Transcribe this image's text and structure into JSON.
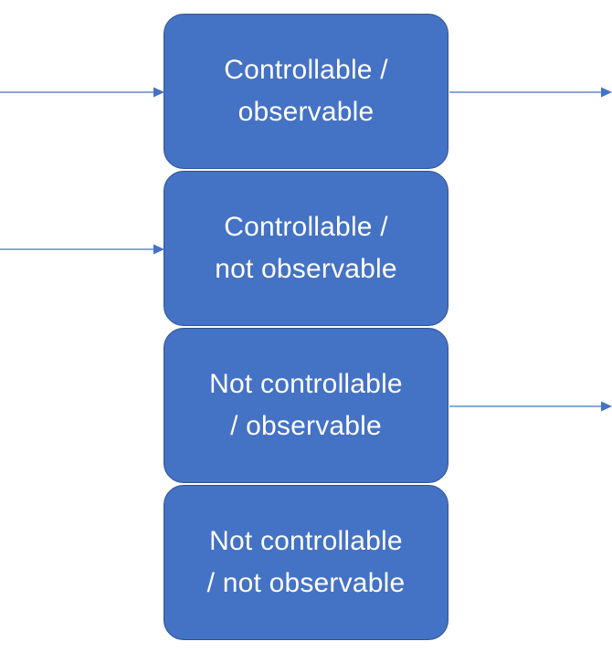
{
  "boxes": [
    {
      "label": "Controllable /\nobservable",
      "input_arrow": true,
      "output_arrow": true
    },
    {
      "label": "Controllable /\nnot observable",
      "input_arrow": true,
      "output_arrow": false
    },
    {
      "label": "Not controllable\n/ observable",
      "input_arrow": false,
      "output_arrow": true
    },
    {
      "label": "Not controllable\n/ not observable",
      "input_arrow": false,
      "output_arrow": false
    }
  ],
  "colors": {
    "box_fill": "#4472c4",
    "box_border": "#2f528f",
    "box_text": "#ffffff",
    "arrow": "#4472c4"
  }
}
